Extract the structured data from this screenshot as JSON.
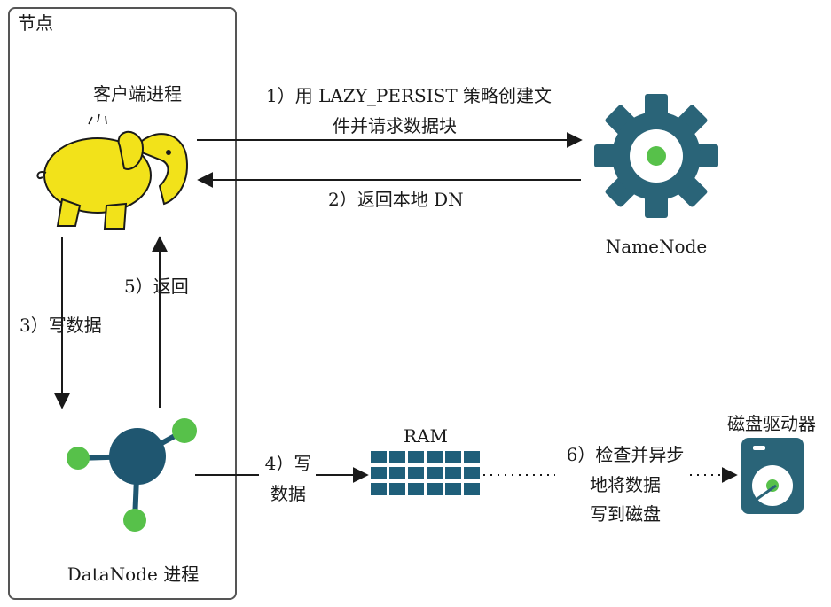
{
  "node": {
    "title": "节点"
  },
  "client": {
    "label": "客户端进程"
  },
  "namenode": {
    "label": "NameNode"
  },
  "datanode": {
    "label": "DataNode 进程"
  },
  "ram": {
    "label": "RAM"
  },
  "disk": {
    "label": "磁盘驱动器"
  },
  "steps": {
    "s1_line1": "1）用 LAZY_PERSIST 策略创建文",
    "s1_line2": "件并请求数据块",
    "s2": "2）返回本地 DN",
    "s3": "3）写数据",
    "s4_line1": "4）写",
    "s4_line2": "数据",
    "s5": "5）返回",
    "s6_line1": "6）检查并异步",
    "s6_line2": "地将数据",
    "s6_line3": "写到磁盘"
  },
  "colors": {
    "gear": "#2a6478",
    "accent_green": "#57c14a",
    "elephant": "#f2e21a",
    "hub": "#1f5670"
  }
}
